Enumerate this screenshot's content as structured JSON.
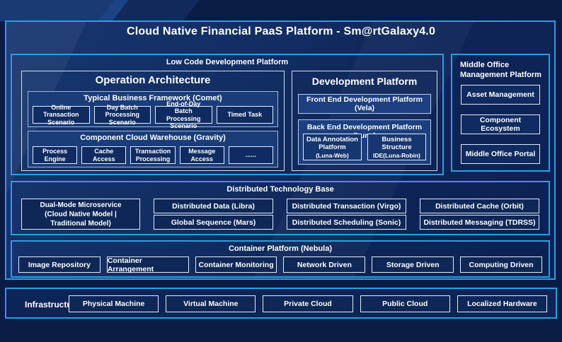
{
  "title": "Cloud Native Financial PaaS Platform - Sm@rtGalaxy4.0",
  "colors": {
    "background": "#0A1C45",
    "frame_border": "#2B9EE0",
    "inner_border": "#E2ECFA",
    "group_fill": "#1A3C78",
    "box_fill": "#0F2B61",
    "text": "#FFFFFF"
  },
  "low_code": {
    "label": "Low Code Development Platform",
    "operation_architecture": {
      "title": "Operation Architecture",
      "comet": {
        "title": "Typical Business Framework (Comet)",
        "items": [
          "Online Transaction Scenario",
          "Day Batch Processing Scenario",
          "End-of-Day Batch Processing Scenario",
          "Timed Task"
        ]
      },
      "gravity": {
        "title": "Component Cloud Warehouse (Gravity)",
        "items": [
          "Process Engine",
          "Cache Access",
          "Transaction Processing",
          "Message Access",
          "......"
        ]
      }
    },
    "development_platform": {
      "title": "Development Platform",
      "front_end": "Front End Development Platform (Vela)",
      "back_end": {
        "title": "Back End Development Platform (Luna)",
        "data_annotation": {
          "line1": "Data Annotation",
          "line2": "Platform",
          "line3": "(Luna-Web)"
        },
        "business_structure": {
          "line1": "Business",
          "line2": "Structure",
          "line3": "IDE(Luna-Robin)"
        }
      }
    }
  },
  "middle_office": {
    "label": "Middle Office Management Platform",
    "items": [
      "Asset Management",
      "Component Ecosystem",
      "Middle Office Portal"
    ]
  },
  "distributed": {
    "label": "Distributed Technology Base",
    "dual_mode": {
      "line1": "Dual-Mode Microservice",
      "line2": "(Cloud Native Model | Traditional Model)"
    },
    "col1": [
      "Distributed Data (Libra)",
      "Global Sequence (Mars)"
    ],
    "col2": [
      "Distributed Transaction (Virgo)",
      "Distributed Scheduling (Sonic)"
    ],
    "col3": [
      "Distributed Cache (Orbit)",
      "Distributed Messaging (TDRSS)"
    ]
  },
  "container_platform": {
    "label": "Container Platform (Nebula)",
    "items": [
      "Image Repository",
      "Container Arrangement",
      "Container Monitoring",
      "Network Driven",
      "Storage Driven",
      "Computing Driven"
    ]
  },
  "infrastructure": {
    "label": "Infrastructure",
    "items": [
      "Physical Machine",
      "Virtual Machine",
      "Private Cloud",
      "Public Cloud",
      "Localized Hardware"
    ]
  }
}
